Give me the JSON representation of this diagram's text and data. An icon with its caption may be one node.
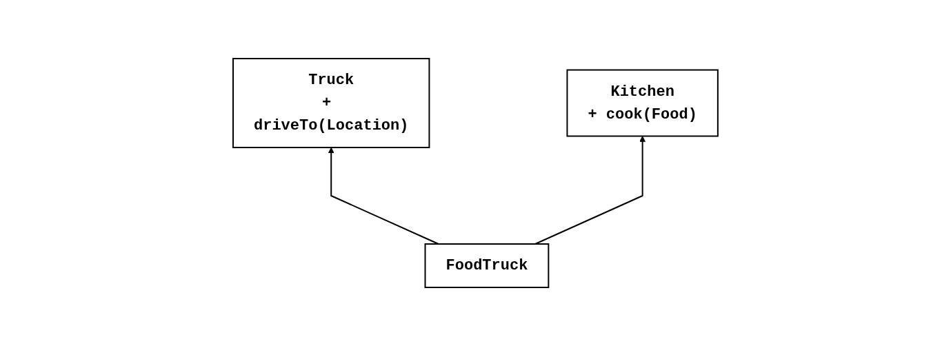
{
  "diagram": {
    "nodes": [
      {
        "text": [
          "Truck",
          "+ driveTo(Location)"
        ]
      },
      {
        "text": [
          "Kitchen",
          "+ cook(Food)"
        ]
      },
      {
        "text": [
          "FoodTruck"
        ]
      }
    ],
    "edges": [
      {
        "from": 2,
        "to": 0,
        "arrow": "to"
      },
      {
        "from": 2,
        "to": 1,
        "arrow": "to"
      }
    ]
  }
}
